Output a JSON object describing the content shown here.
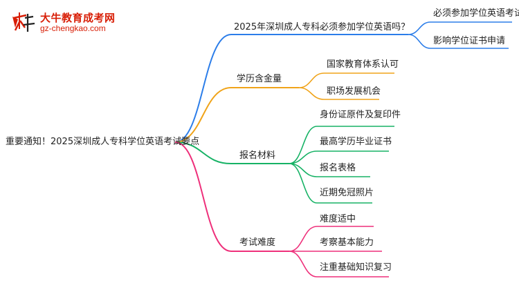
{
  "logo": {
    "title": "大牛教育成考网",
    "url": "gz-chengkao.com"
  },
  "colors": {
    "blue": "#2b7de9",
    "orange": "#f0a318",
    "green": "#16b265",
    "pink": "#ee2f7a",
    "brand_red": "#d81e06"
  },
  "mindmap": {
    "root": "重要通知！2025深圳成人专科学位英语考试要点",
    "branches": [
      {
        "label": "2025年深圳成人专科必须参加学位英语吗？",
        "color": "blue",
        "children": [
          "必须参加学位英语考试",
          "影响学位证书申请"
        ]
      },
      {
        "label": "学历含金量",
        "color": "orange",
        "children": [
          "国家教育体系认可",
          "职场发展机会"
        ]
      },
      {
        "label": "报名材料",
        "color": "green",
        "children": [
          "身份证原件及复印件",
          "最高学历毕业证书",
          "报名表格",
          "近期免冠照片"
        ]
      },
      {
        "label": "考试难度",
        "color": "pink",
        "children": [
          "难度适中",
          "考察基本能力",
          "注重基础知识复习"
        ]
      }
    ]
  }
}
